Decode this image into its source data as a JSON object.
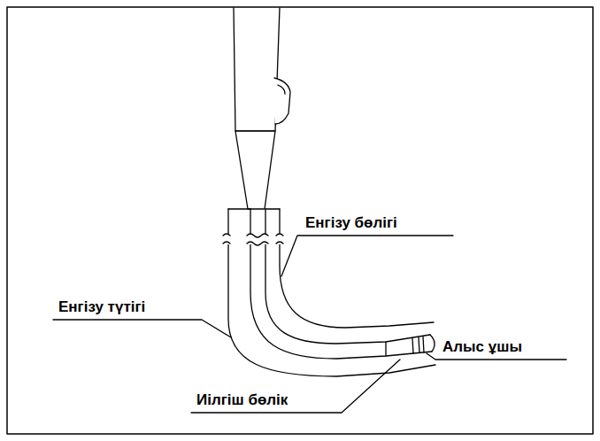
{
  "diagram": {
    "labels": [
      "Енгізу бөлігі",
      "Енгізу түтігі",
      "Иілгіш бөлік",
      "Алыс ұшы"
    ]
  }
}
